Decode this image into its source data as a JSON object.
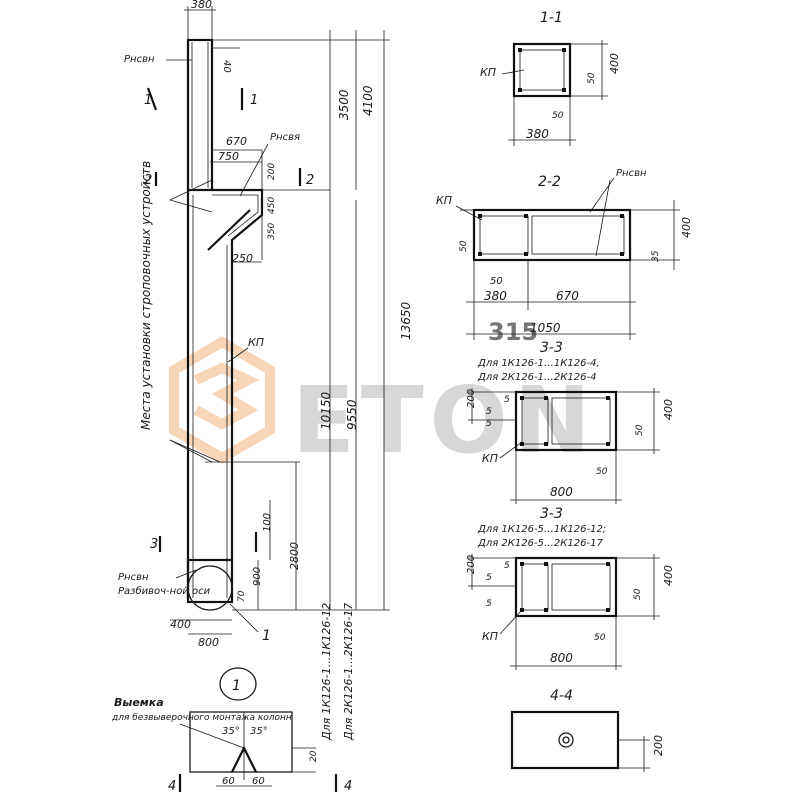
{
  "watermark": {
    "text": "ETON",
    "small": "315",
    "accent": "#f3b27a"
  },
  "column": {
    "dims": {
      "top_width": "380",
      "top_offset": "40",
      "d3500": "3500",
      "d4100": "4100",
      "d13650": "13650",
      "console_670": "670",
      "console_750": "750",
      "d200": "200",
      "d450": "450",
      "d350": "350",
      "d250": "250",
      "d10150": "10150",
      "d9550": "9550",
      "d100": "100",
      "d2800": "2800",
      "d900": "900",
      "d70": "70",
      "d400": "400",
      "d800": "800"
    },
    "labels": {
      "rnsen_top": "Рнсвн",
      "rnsya": "Рнсвя",
      "kp": "КП",
      "rnsen_bottom": "Рнсвн",
      "layout_axis": "Разбивоч-ной оси",
      "sling_marks": "Места установки строповочных устройств",
      "for_1k": "Для 1К126-1…1К126-12",
      "for_2k": "Для 2К126-1…2К126-17"
    },
    "section_marks": {
      "s1": "1",
      "s2": "2",
      "s3": "3",
      "s4": "4"
    },
    "node_callout": "1"
  },
  "section_1_1": {
    "title": "1-1",
    "kp": "КП",
    "dims": {
      "h": "400",
      "d50a": "50",
      "d50b": "50",
      "w": "380"
    }
  },
  "section_2_2": {
    "title": "2-2",
    "kp": "КП",
    "rnsen": "Рнсвн",
    "dims": {
      "d50a": "50",
      "d50b": "50",
      "h": "400",
      "d35": "35",
      "w380": "380",
      "w670": "670",
      "w1050": "1050"
    }
  },
  "section_3_3a": {
    "title": "3-3",
    "note1": "Для 1К126-1…1К126-4,",
    "note2": "Для 2К126-1…2К126-4",
    "kp": "КП",
    "dims": {
      "d200": "200",
      "d5a": "5",
      "d5b": "5",
      "d5c": "5",
      "d50a": "50",
      "h": "400",
      "d50b": "50",
      "w": "800"
    }
  },
  "section_3_3b": {
    "title": "3-3",
    "note1": "Для 1К126-5…1К126-12;",
    "note2": "Для 2К126-5…2К126-17",
    "kp": "КП",
    "dims": {
      "d200": "200",
      "d5a": "5",
      "d5b": "5",
      "d5c": "5",
      "d50a": "50",
      "h": "400",
      "d50b": "50",
      "w": "800"
    }
  },
  "node_1": {
    "callout": "1",
    "title": "Выемка",
    "note": "для безвыверочного монтажа колонн",
    "dims": {
      "a35a": "35°",
      "a35b": "35°",
      "d60a": "60",
      "d60b": "60",
      "d20": "20"
    }
  },
  "section_4_4": {
    "title": "4-4",
    "dims": {
      "d200": "200"
    }
  }
}
